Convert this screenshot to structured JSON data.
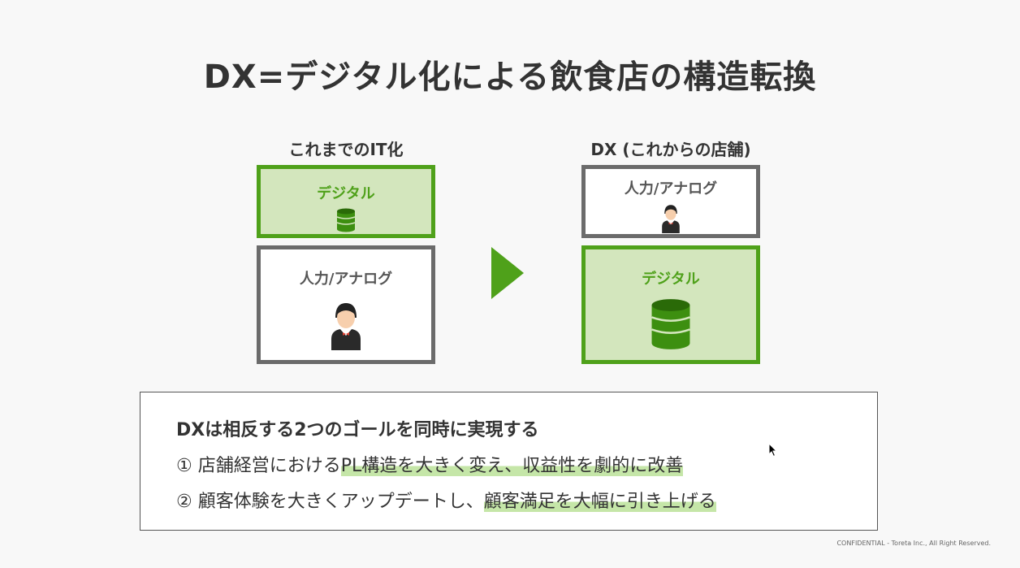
{
  "slide": {
    "title": "DX=デジタル化による飲食店の構造転換",
    "left": {
      "heading": "これまでのIT化",
      "top_box_label": "デジタル",
      "bottom_box_label": "人力/アナログ"
    },
    "right": {
      "heading": "DX (これからの店舗)",
      "top_box_label": "人力/アナログ",
      "bottom_box_label": "デジタル"
    },
    "summary": {
      "heading": "DXは相反する2つのゴールを同時に実現する",
      "line1_plain": "① 店舗経営における",
      "line1_highlight": "PL構造を大きく変え、収益性を劇的に改善",
      "line2_plain": "② 顧客体験を大きくアップデートし、",
      "line2_highlight": "顧客満足を大幅に引き上げる"
    },
    "footer": "CONFIDENTIAL - Toreta Inc., All Right Reserved."
  },
  "colors": {
    "accent_green": "#4fa11a",
    "digital_fill": "#d3e6bd",
    "analog_border": "#6b6b6b",
    "highlight": "#c5e6a8"
  },
  "icons": [
    "database-icon",
    "person-icon",
    "play-arrow-icon",
    "mouse-cursor-icon"
  ]
}
